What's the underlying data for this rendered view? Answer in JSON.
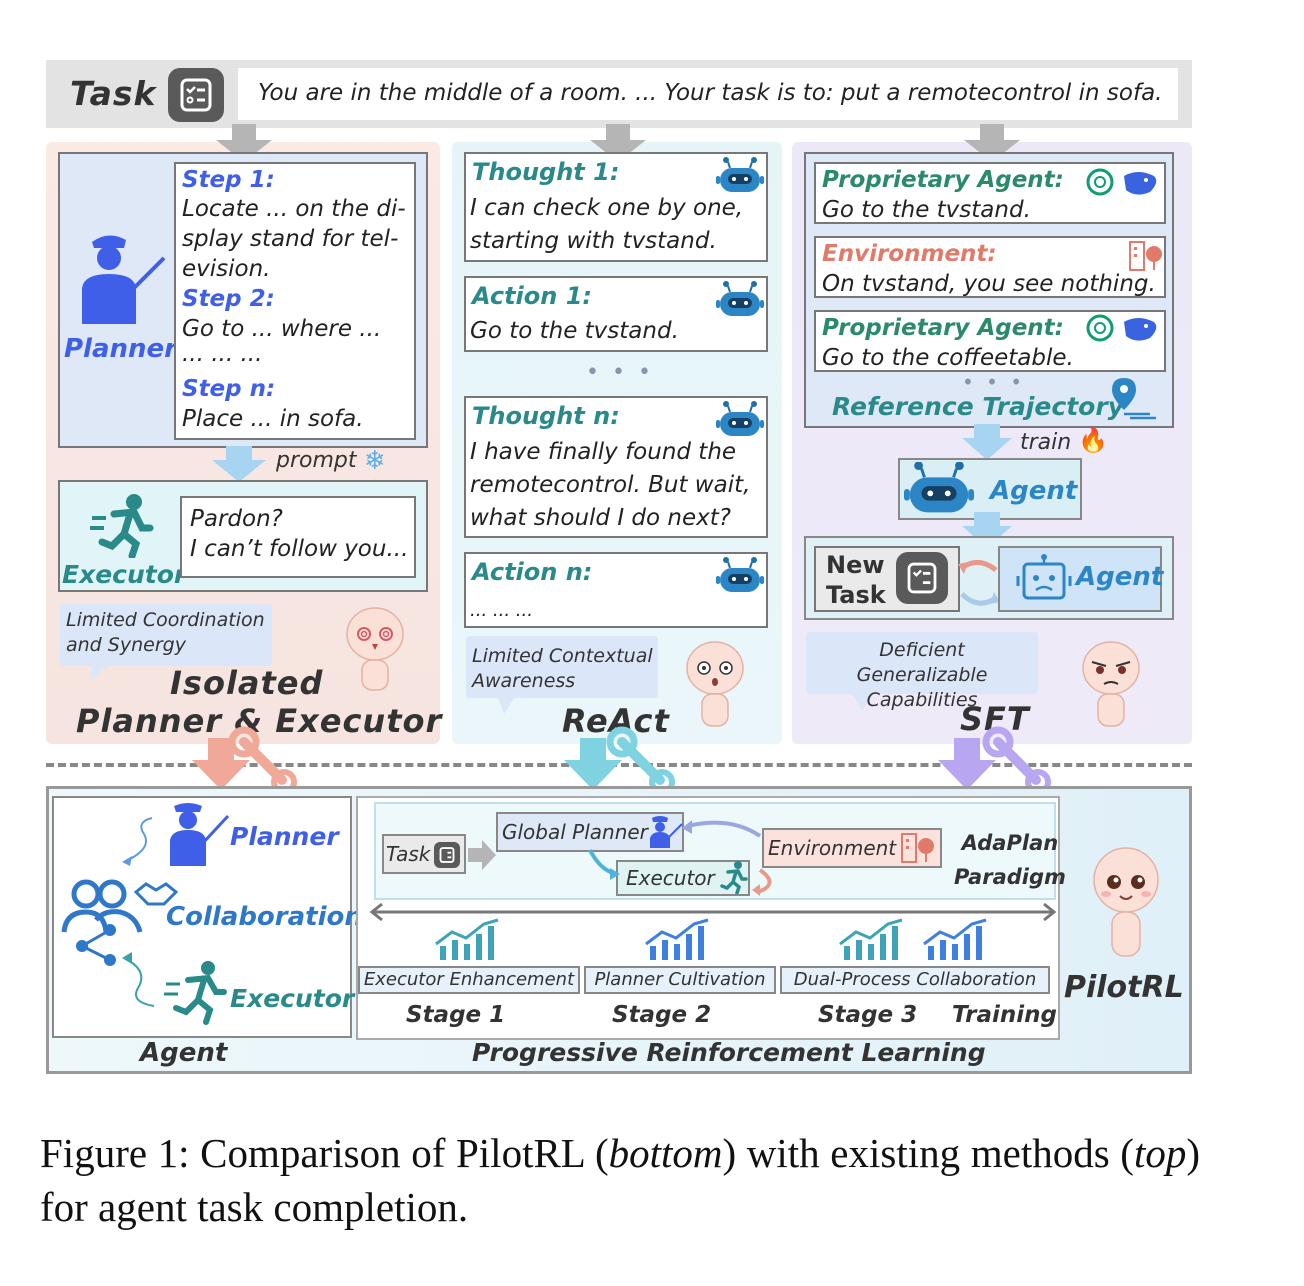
{
  "task_bar": {
    "title": "Task",
    "text": "You are in the middle of a room. ... Your task is to: put a remotecontrol in sofa."
  },
  "panel_isolated": {
    "planner_label": "Planner",
    "step1_label": "Step 1:",
    "step1_text": "Locate ... on the di-splay stand for tel-evision.",
    "step1_lines": [
      "Locate ... on the di-",
      "splay stand for tel-",
      "evision."
    ],
    "step2_label": "Step 2:",
    "step2_lines": [
      "Go to ... where ...",
      "... ... ..."
    ],
    "stepn_label": "Step n:",
    "stepn_text": "Place ... in sofa.",
    "prompt_label": "prompt",
    "executor_label": "Executor",
    "executor_reply_lines": [
      "Pardon?",
      "I can’t follow you..."
    ],
    "bubble_lines": [
      "Limited Coordination",
      "and Synergy"
    ],
    "title_lines": [
      "Isolated",
      "Planner & Executor"
    ]
  },
  "panel_react": {
    "thought1_label": "Thought 1:",
    "thought1_lines": [
      "I can check one by one,",
      "starting with tvstand."
    ],
    "action1_label": "Action 1:",
    "action1_text": "Go to the tvstand.",
    "ellipsis": "• • •",
    "thoughtn_label": "Thought n:",
    "thoughtn_lines": [
      "I have finally found the",
      "remotecontrol. But wait,",
      "what should I do next?"
    ],
    "actionn_label": "Action n:",
    "actionn_text": "... ... ...",
    "bubble_lines": [
      "Limited Contextual",
      "Awareness"
    ],
    "title": "ReAct"
  },
  "panel_sft": {
    "prop1_label": "Proprietary Agent:",
    "prop1_text": "Go to the tvstand.",
    "env_label": "Environment:",
    "env_text": "On tvstand, you see nothing.",
    "prop2_label": "Proprietary Agent:",
    "prop2_text": "Go to the coffeetable.",
    "ellipsis": "• • •",
    "ref_label": "Reference Trajectory",
    "train_label": "train",
    "agent_label": "Agent",
    "new_task_lines": [
      "New",
      "Task"
    ],
    "agent2_label": "Agent",
    "bubble_lines": [
      "Deficient Generalizable",
      "Capabilities"
    ],
    "title": "SFT"
  },
  "bottom": {
    "planner_label": "Planner",
    "collab_label": "Collaboration",
    "executor_label": "Executor",
    "agent_label": "Agent",
    "task_label": "Task",
    "global_planner_label": "Global Planner",
    "executor_node_label": "Executor",
    "environment_label": "Environment",
    "adaplan_lines": [
      "AdaPlan",
      "Paradigm"
    ],
    "stages": [
      {
        "box": "Executor Enhancement",
        "label": "Stage 1"
      },
      {
        "box": "Planner Cultivation",
        "label": "Stage 2"
      },
      {
        "box": "Dual-Process Collaboration",
        "label": "Stage 3"
      }
    ],
    "training_label": "Training",
    "prl_label": "Progressive Reinforcement Learning",
    "pilotrl_label": "PilotRL"
  },
  "caption": {
    "prefix": "Figure 1: Comparison of PilotRL (",
    "bottom_word": "bottom",
    "middle": ") with existing methods (",
    "top_word": "top",
    "suffix": ") for agent task completion."
  },
  "colors": {
    "planner_blue": "#3f5fe8",
    "teal": "#2a8a8a",
    "environment_red": "#e07b6b",
    "arrow_gray": "#b5b5b5",
    "arrow_salmon": "#f0a898",
    "arrow_teal": "#7fd3e0",
    "arrow_purple": "#b9a6f0"
  }
}
